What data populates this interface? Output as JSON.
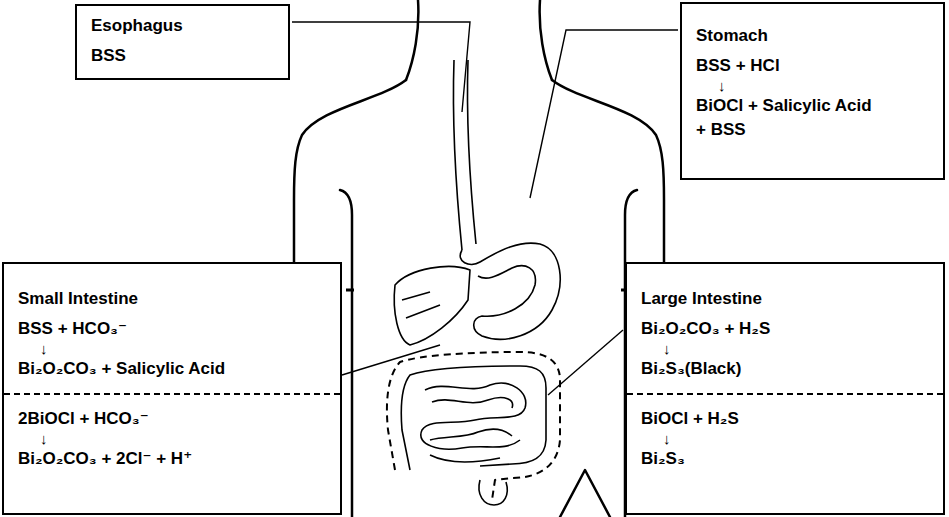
{
  "diagram": {
    "nodes": [
      {
        "text": [
          "Esophagus",
          "BSS"
        ]
      },
      {
        "text": [
          "Stomach",
          "BSS + HCl",
          "↓",
          "BiOCl + Salicylic Acid",
          "+ BSS"
        ]
      },
      {
        "text": [
          "Small Intestine",
          "BSS + HCO₃⁻",
          "↓",
          "Bi₂O₂CO₃ + Salicylic Acid",
          "2BiOCl + HCO₃⁻",
          "↓",
          "Bi₂O₂CO₃ + 2Cl⁻ + H⁺"
        ]
      },
      {
        "text": [
          "Large Intestine",
          "Bi₂O₂CO₃ + H₂S",
          "↓",
          "Bi₂S₃(Black)",
          "BiOCl + H₂S",
          "↓",
          "Bi₂S₃"
        ]
      }
    ]
  }
}
